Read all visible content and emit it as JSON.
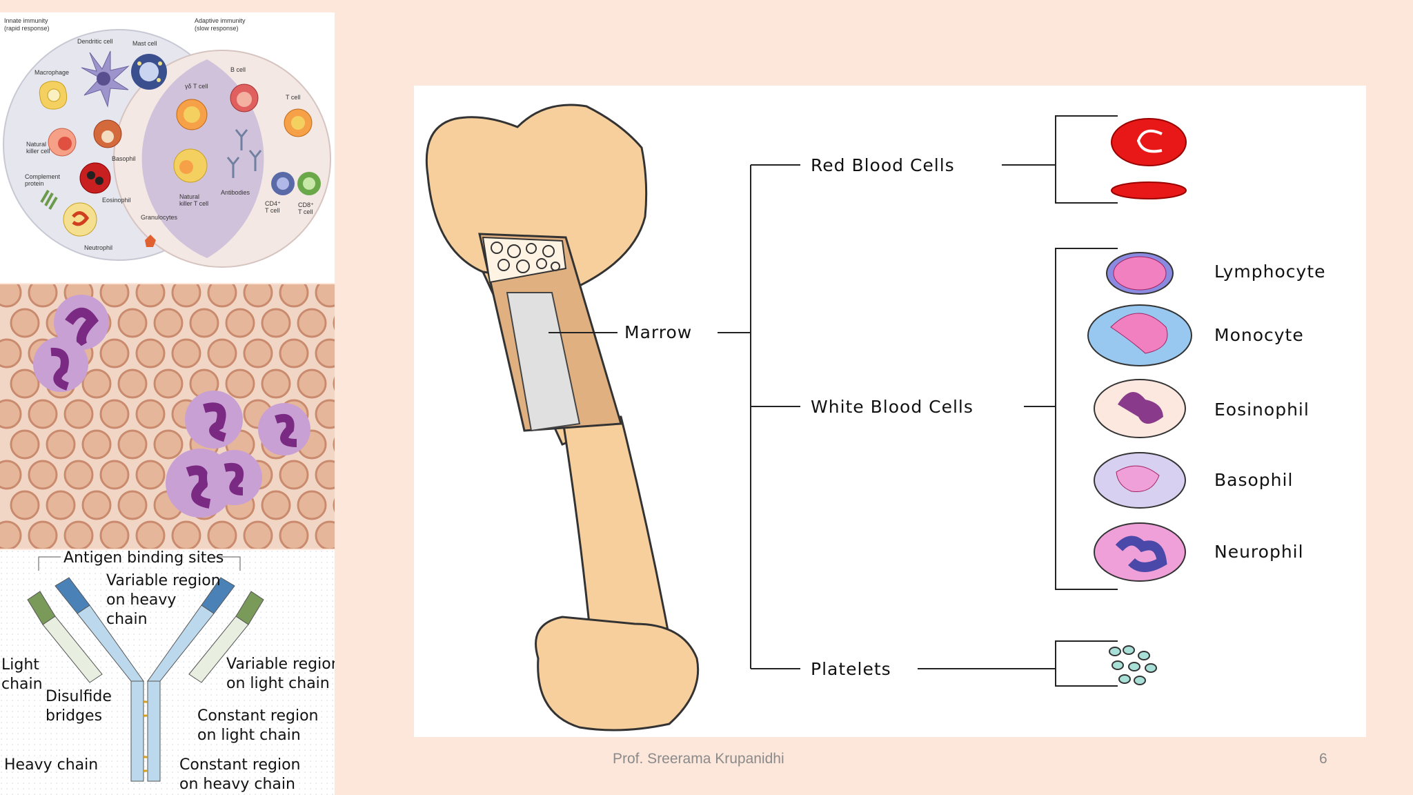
{
  "immune_panel": {
    "innate_label": [
      "Innate immunity",
      "(rapid response)"
    ],
    "adaptive_label": [
      "Adaptive immunity",
      "(slow response)"
    ],
    "labels": {
      "dendritic": "Dendritic cell",
      "mast": "Mast cell",
      "macrophage": "Macrophage",
      "basophil": "Basophil",
      "nk": [
        "Natural",
        "killer cell"
      ],
      "complement": [
        "Complement",
        "protein"
      ],
      "eosinophil": "Eosinophil",
      "neutrophil": "Neutrophil",
      "granulocytes": "Granulocytes",
      "gdt": "γδ T cell",
      "nkt": [
        "Natural",
        "killer T cell"
      ],
      "bcell": "B cell",
      "antibodies": "Antibodies",
      "tcell": "T cell",
      "cd4": [
        "CD4⁺",
        "T cell"
      ],
      "cd8": [
        "CD8⁺",
        "T cell"
      ]
    }
  },
  "antibody_panel": {
    "antigen_sites": "Antigen binding sites",
    "var_heavy": [
      "Variable region",
      "on heavy",
      "chain"
    ],
    "light_chain": [
      "Light",
      "chain"
    ],
    "var_light": [
      "Variable region",
      "on light chain"
    ],
    "disulfide": [
      "Disulfide",
      "bridges"
    ],
    "const_light": [
      "Constant region",
      "on light chain"
    ],
    "heavy_chain": "Heavy chain",
    "const_heavy": [
      "Constant region",
      "on heavy chain"
    ]
  },
  "bone_diagram": {
    "marrow": "Marrow",
    "rbc": "Red Blood Cells",
    "wbc": "White Blood Cells",
    "platelets": "Platelets",
    "lymphocyte": "Lymphocyte",
    "monocyte": "Monocyte",
    "eosinophil": "Eosinophil",
    "basophil": "Basophil",
    "neurophil": "Neurophil"
  },
  "footer": {
    "author": "Prof. Sreerama Krupanidhi",
    "page": "6"
  }
}
